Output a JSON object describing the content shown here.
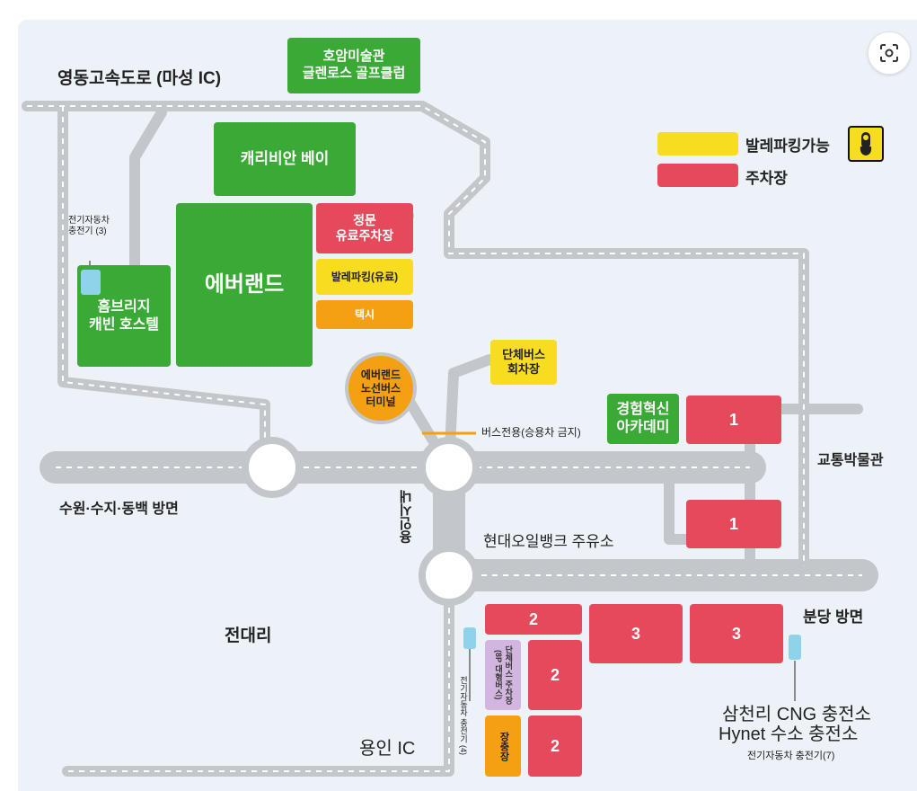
{
  "labels": {
    "expressway": "영동고속도로 (마성 IC)",
    "suwon": "수원·수지·동백 방면",
    "bundang": "분당 방면",
    "jeondae": "전대리",
    "yongin_ic": "용인 IC",
    "transport_museum": "교통박물관",
    "gas_station": "현대오일뱅크 주유소",
    "bus_only": "버스전용(승용차 금지)",
    "yongin_vertical": "용인시내",
    "ev_left": "전기자동차\n충전기 (3)",
    "ev_bottom": "전기자동차 충전기 (4)",
    "cng": "삼천리 CNG 충전소",
    "hynet": "Hynet 수소 충전소",
    "ev_right": "전기자동차 충전기(7)"
  },
  "blocks": {
    "hoam": "호암미술관\n글렌로스 골프클럽",
    "caribbean": "캐리비안 베이",
    "everland": "에버랜드",
    "homebridge": "홈브리지\n캐빈 호스텔",
    "main_gate": "정문\n유료주차장",
    "valet_paid": "발레파킹(유료)",
    "taxi": "택시",
    "bus_terminal": "에버랜드\n노선버스\n터미널",
    "group_bus": "단체버스\n회차장",
    "academy": "경험혁신\n아카데미",
    "lot1_a": "1",
    "lot1_b": "1",
    "lot2_a": "2",
    "lot2_b": "2",
    "lot2_c": "2",
    "lot3_a": "3",
    "lot3_b": "3",
    "group_bus_lot": "단체버스 주차장\n(8P 대형버스)",
    "jangchungchang": "장충장"
  },
  "legend": {
    "valet": "발레파킹가능",
    "parking": "주차장"
  },
  "colors": {
    "green": "#3aa935",
    "red": "#e54a5c",
    "yellow": "#f8dc20",
    "orange": "#f5a013",
    "cyan": "#8fd3ea",
    "road": "#c3c6cb"
  },
  "icons": [
    "scan-lens-icon",
    "valet-hand-icon"
  ]
}
